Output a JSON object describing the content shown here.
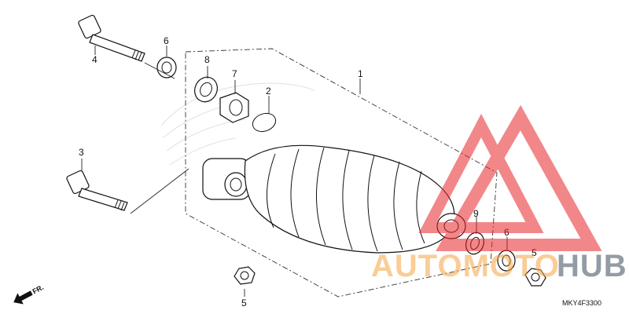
{
  "diagram": {
    "callouts": [
      "1",
      "2",
      "3",
      "4",
      "5",
      "5",
      "6",
      "6",
      "7",
      "8",
      "9"
    ],
    "drawing_code": "MKY4F3300",
    "direction_label": "FR."
  },
  "watermark": {
    "brand_part1": "AUTOMOTO",
    "brand_part2": "HUB",
    "color_red": "#e8262a",
    "color_orange": "#f7a541",
    "color_dark": "#3b4c5c"
  }
}
